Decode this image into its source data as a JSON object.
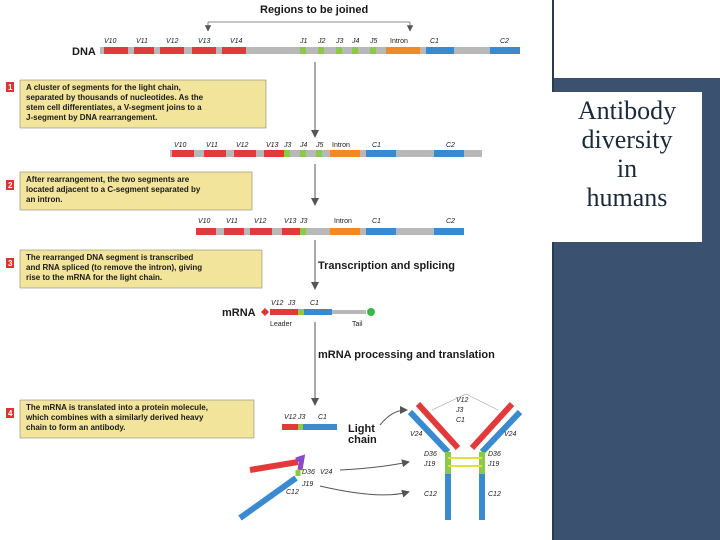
{
  "slide": {
    "title_lines": [
      "Antibody",
      "diversity",
      "in",
      "humans"
    ]
  },
  "diagram": {
    "header": "Regions to be joined",
    "dna_label": "DNA",
    "mrna_label": "mRNA",
    "transcription_label": "Transcription and splicing",
    "processing_label": "mRNA processing and translation",
    "leader_label": "Leader",
    "tail_label": "Tail",
    "light_chain_label": [
      "Light",
      "chain"
    ],
    "steps": [
      {
        "number": "1",
        "lines": [
          "A cluster of segments for the light chain,",
          "separated by thousands of nucleotides. As the",
          "stem cell differentiates, a V-segment joins to a",
          "J-segment by DNA rearrangement."
        ]
      },
      {
        "number": "2",
        "lines": [
          "After rearrangement, the two segments are",
          "located adjacent to a C-segment separated by",
          "an intron."
        ]
      },
      {
        "number": "3",
        "lines": [
          "The rearranged DNA segment is transcribed",
          "and RNA spliced (to remove the intron), giving",
          "rise to the mRNA for the light chain."
        ]
      },
      {
        "number": "4",
        "lines": [
          "The mRNA is translated into a protein molecule,",
          "which combines with a similarly derived heavy",
          "chain to form an antibody."
        ]
      }
    ],
    "row1_labels": [
      "V10",
      "V11",
      "V12",
      "V13",
      "V14",
      "J1",
      "J2",
      "J3",
      "J4",
      "J5",
      "Intron",
      "C1",
      "C2"
    ],
    "row2_labels": [
      "V10",
      "V11",
      "V12",
      "V13",
      "J3",
      "J4",
      "J5",
      "Intron",
      "C1",
      "C2"
    ],
    "row3_labels": [
      "V10",
      "V11",
      "V12",
      "V13",
      "J3",
      "Intron",
      "C1",
      "C2"
    ],
    "mrna_segment_labels": [
      "V12",
      "J3",
      "C1"
    ],
    "light_chain_segment_labels": [
      "V12",
      "J3",
      "C1"
    ],
    "antibody_labels": [
      "V12",
      "J3",
      "C1",
      "V24",
      "V24",
      "D36",
      "J19",
      "D36",
      "J19",
      "C12",
      "C12"
    ],
    "heavy_chain_labels": [
      "D36",
      "V24",
      "J19",
      "C12"
    ]
  }
}
